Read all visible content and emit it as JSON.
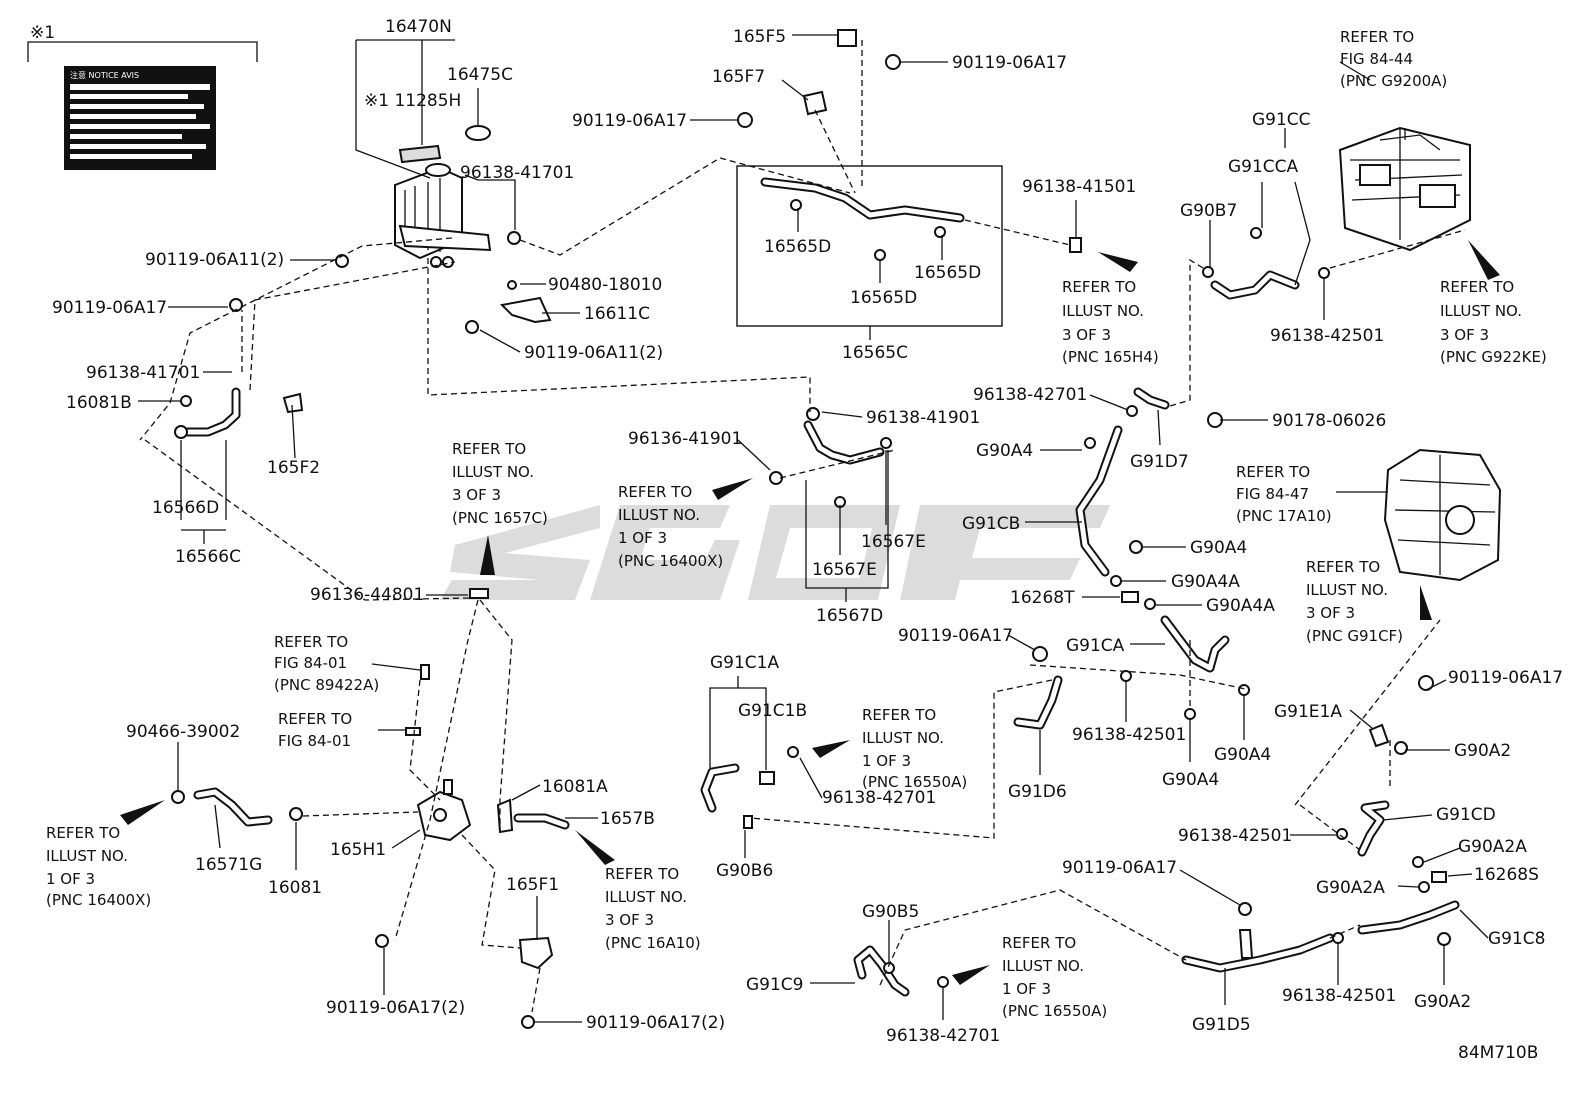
{
  "diagram_code": "84M710B",
  "note_marker": "※1",
  "label_sticker": {
    "header": "注意 NOTICE AVIS"
  },
  "callouts": [
    {
      "id": "c1",
      "text": "16470N"
    },
    {
      "id": "c2",
      "text": "16475C"
    },
    {
      "id": "c3",
      "text": "※1 11285H"
    },
    {
      "id": "c4",
      "text": "96138-41701"
    },
    {
      "id": "c5",
      "text": "90119-06A11(2)"
    },
    {
      "id": "c6",
      "text": "90480-18010"
    },
    {
      "id": "c7",
      "text": "90119-06A17"
    },
    {
      "id": "c8",
      "text": "16611C"
    },
    {
      "id": "c9",
      "text": "90119-06A11(2)"
    },
    {
      "id": "c10",
      "text": "96138-41701"
    },
    {
      "id": "c11",
      "text": "16081B"
    },
    {
      "id": "c12",
      "text": "165F2"
    },
    {
      "id": "c13",
      "text": "16566D"
    },
    {
      "id": "c14",
      "text": "16566C"
    },
    {
      "id": "c15",
      "text": "165F5"
    },
    {
      "id": "c16",
      "text": "90119-06A17"
    },
    {
      "id": "c17",
      "text": "165F7"
    },
    {
      "id": "c18",
      "text": "90119-06A17"
    },
    {
      "id": "c19",
      "text": "16565D"
    },
    {
      "id": "c20",
      "text": "16565D"
    },
    {
      "id": "c21",
      "text": "16565D"
    },
    {
      "id": "c22",
      "text": "16565C"
    },
    {
      "id": "c23",
      "text": "96138-41501"
    },
    {
      "id": "c24",
      "text": "G91CC"
    },
    {
      "id": "c25",
      "text": "G91CCA"
    },
    {
      "id": "c26",
      "text": "G90B7"
    },
    {
      "id": "c27",
      "text": "96138-42501"
    },
    {
      "id": "c28",
      "text": "96138-41901"
    },
    {
      "id": "c29",
      "text": "96136-41901"
    },
    {
      "id": "c30",
      "text": "16567E"
    },
    {
      "id": "c31",
      "text": "16567E"
    },
    {
      "id": "c32",
      "text": "16567D"
    },
    {
      "id": "c33",
      "text": "96138-42701"
    },
    {
      "id": "c34",
      "text": "90178-06026"
    },
    {
      "id": "c35",
      "text": "G90A4"
    },
    {
      "id": "c36",
      "text": "G91D7"
    },
    {
      "id": "c37",
      "text": "G91CB"
    },
    {
      "id": "c38",
      "text": "G90A4"
    },
    {
      "id": "c39",
      "text": "G90A4A"
    },
    {
      "id": "c40",
      "text": "16268T"
    },
    {
      "id": "c41",
      "text": "G90A4A"
    },
    {
      "id": "c42",
      "text": "90119-06A17"
    },
    {
      "id": "c43",
      "text": "G91CA"
    },
    {
      "id": "c44",
      "text": "96138-42501"
    },
    {
      "id": "c45",
      "text": "G90A4"
    },
    {
      "id": "c46",
      "text": "G90A4"
    },
    {
      "id": "c47",
      "text": "G91D6"
    },
    {
      "id": "c48",
      "text": "96136-44801"
    },
    {
      "id": "c49",
      "text": "90466-39002"
    },
    {
      "id": "c50",
      "text": "16571G"
    },
    {
      "id": "c51",
      "text": "16081"
    },
    {
      "id": "c52",
      "text": "165H1"
    },
    {
      "id": "c53",
      "text": "16081A"
    },
    {
      "id": "c54",
      "text": "1657B"
    },
    {
      "id": "c55",
      "text": "165F1"
    },
    {
      "id": "c56",
      "text": "90119-06A17(2)"
    },
    {
      "id": "c57",
      "text": "90119-06A17(2)"
    },
    {
      "id": "c58",
      "text": "G91C1A"
    },
    {
      "id": "c59",
      "text": "G91C1B"
    },
    {
      "id": "c60",
      "text": "96138-42701"
    },
    {
      "id": "c61",
      "text": "G90B6"
    },
    {
      "id": "c62",
      "text": "G90B5"
    },
    {
      "id": "c63",
      "text": "G91C9"
    },
    {
      "id": "c64",
      "text": "96138-42701"
    },
    {
      "id": "c65",
      "text": "90119-06A17"
    },
    {
      "id": "c66",
      "text": "G91D5"
    },
    {
      "id": "c67",
      "text": "96138-42501"
    },
    {
      "id": "c68",
      "text": "G90A2"
    },
    {
      "id": "c69",
      "text": "G91C8"
    },
    {
      "id": "c70",
      "text": "G90A2A"
    },
    {
      "id": "c71",
      "text": "16268S"
    },
    {
      "id": "c72",
      "text": "G90A2A"
    },
    {
      "id": "c73",
      "text": "G91CD"
    },
    {
      "id": "c74",
      "text": "96138-42501"
    },
    {
      "id": "c75",
      "text": "G90A2"
    },
    {
      "id": "c76",
      "text": "G91E1A"
    },
    {
      "id": "c77",
      "text": "90119-06A17"
    }
  ],
  "references": [
    {
      "id": "r1",
      "lines": [
        "REFER TO",
        "FIG 84-44",
        "(PNC G9200A)"
      ]
    },
    {
      "id": "r2",
      "lines": [
        "REFER TO",
        "ILLUST NO.",
        "3 OF 3",
        "(PNC G922KE)"
      ]
    },
    {
      "id": "r3",
      "lines": [
        "REFER TO",
        "ILLUST NO.",
        "3 OF 3",
        "(PNC 165H4)"
      ]
    },
    {
      "id": "r4",
      "lines": [
        "REFER TO",
        "FIG 84-47",
        "(PNC 17A10)"
      ]
    },
    {
      "id": "r5",
      "lines": [
        "REFER TO",
        "ILLUST NO.",
        "3 OF 3",
        "(PNC G91CF)"
      ]
    },
    {
      "id": "r6",
      "lines": [
        "REFER TO",
        "ILLUST NO.",
        "3 OF 3",
        "(PNC 1657C)"
      ]
    },
    {
      "id": "r7",
      "lines": [
        "REFER TO",
        "ILLUST NO.",
        "1 OF 3",
        "(PNC 16400X)"
      ]
    },
    {
      "id": "r8",
      "lines": [
        "REFER TO",
        "FIG 84-01",
        "(PNC 89422A)"
      ]
    },
    {
      "id": "r9",
      "lines": [
        "REFER TO",
        "FIG 84-01"
      ]
    },
    {
      "id": "r10",
      "lines": [
        "REFER TO",
        "ILLUST NO.",
        "1 OF 3",
        "(PNC 16400X)"
      ]
    },
    {
      "id": "r11",
      "lines": [
        "REFER TO",
        "ILLUST NO.",
        "3 OF 3",
        "(PNC 16A10)"
      ]
    },
    {
      "id": "r12",
      "lines": [
        "REFER TO",
        "ILLUST NO.",
        "1 OF 3",
        "(PNC 16550A)"
      ]
    },
    {
      "id": "r13",
      "lines": [
        "REFER TO",
        "ILLUST NO.",
        "1 OF 3",
        "(PNC 16550A)"
      ]
    }
  ]
}
